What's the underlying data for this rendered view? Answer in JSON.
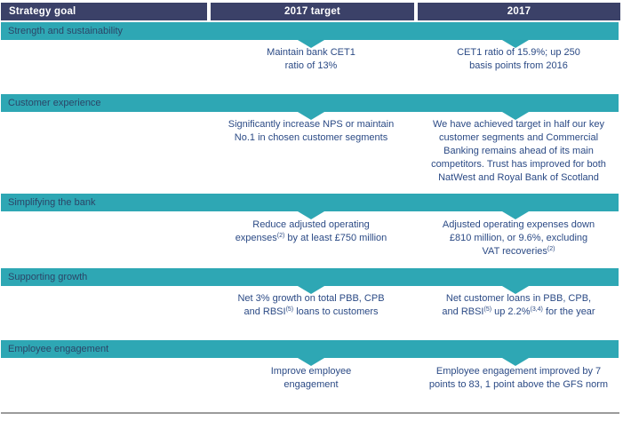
{
  "colors": {
    "header_bg": "#3B4168",
    "header_text": "#FFFFFF",
    "band_bg": "#2EA7B4",
    "band_text": "#2B4567",
    "body_text": "#2B4A85",
    "rule": "#9B9B9B"
  },
  "header": {
    "columns": [
      {
        "label": "Strategy goal"
      },
      {
        "label": "2017 target"
      },
      {
        "label": "2017"
      }
    ]
  },
  "sections": [
    {
      "label": "Strength and sustainability",
      "target_parts": [
        {
          "t": "Maintain bank CET1"
        },
        {
          "br": true
        },
        {
          "t": "ratio of 13%"
        }
      ],
      "result_parts": [
        {
          "t": "CET1 ratio of 15.9%; up 250"
        },
        {
          "br": true
        },
        {
          "t": "basis points from 2016"
        }
      ]
    },
    {
      "label": "Customer experience",
      "target_parts": [
        {
          "t": "Significantly increase NPS or maintain"
        },
        {
          "br": true
        },
        {
          "t": "No.1 in chosen customer segments"
        }
      ],
      "result_parts": [
        {
          "t": "We have achieved target in half our key"
        },
        {
          "br": true
        },
        {
          "t": "customer segments and Commercial"
        },
        {
          "br": true
        },
        {
          "t": "Banking remains ahead of its main"
        },
        {
          "br": true
        },
        {
          "t": "competitors. Trust has improved for both"
        },
        {
          "br": true
        },
        {
          "t": "NatWest and Royal Bank of Scotland"
        }
      ]
    },
    {
      "label": "Simplifying the bank",
      "target_parts": [
        {
          "t": "Reduce adjusted operating"
        },
        {
          "br": true
        },
        {
          "t": "expenses"
        },
        {
          "t": "(2)",
          "sup": true
        },
        {
          "t": " by at least £750 million"
        }
      ],
      "result_parts": [
        {
          "t": "Adjusted operating expenses down"
        },
        {
          "br": true
        },
        {
          "t": "£810 million, or 9.6%, excluding"
        },
        {
          "br": true
        },
        {
          "t": "VAT recoveries"
        },
        {
          "t": "(2)",
          "sup": true
        }
      ]
    },
    {
      "label": "Supporting growth",
      "target_parts": [
        {
          "t": "Net 3% growth on total PBB, CPB"
        },
        {
          "br": true
        },
        {
          "t": "and RBSI"
        },
        {
          "t": "(5)",
          "sup": true
        },
        {
          "t": " loans to customers"
        }
      ],
      "result_parts": [
        {
          "t": "Net customer loans in PBB, CPB,"
        },
        {
          "br": true
        },
        {
          "t": "and RBSI"
        },
        {
          "t": "(5)",
          "sup": true
        },
        {
          "t": " up 2.2%"
        },
        {
          "t": "(3,4)",
          "sup": true
        },
        {
          "t": " for the year"
        }
      ]
    },
    {
      "label": "Employee engagement",
      "target_parts": [
        {
          "t": "Improve employee"
        },
        {
          "br": true
        },
        {
          "t": "engagement"
        }
      ],
      "result_parts": [
        {
          "t": "Employee engagement improved by 7"
        },
        {
          "br": true
        },
        {
          "t": "points to 83, 1 point above the GFS norm"
        }
      ]
    }
  ]
}
